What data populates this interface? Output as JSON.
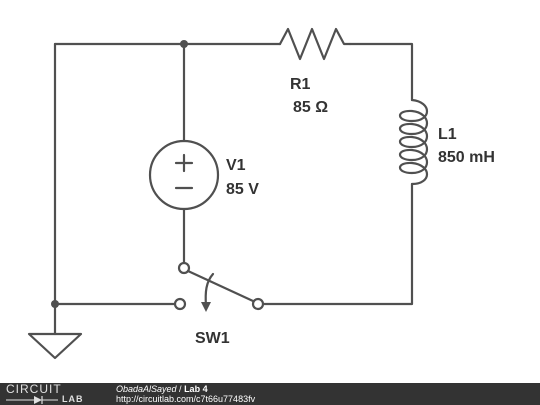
{
  "components": {
    "r1": {
      "ref": "R1",
      "value": "85 Ω"
    },
    "l1": {
      "ref": "L1",
      "value": "850 mH"
    },
    "v1": {
      "ref": "V1",
      "value": "85 V",
      "plus": "+",
      "minus": "−"
    },
    "sw1": {
      "ref": "SW1"
    }
  },
  "footer": {
    "logo_top": "CIRCUIT",
    "logo_bottom": "LAB",
    "author": "ObadaAlSayed",
    "separator": " / ",
    "title": "Lab 4",
    "url": "http://circuitlab.com/c7t66u77483fv"
  },
  "colors": {
    "wire": "#505050",
    "footer_bg": "#333333"
  }
}
